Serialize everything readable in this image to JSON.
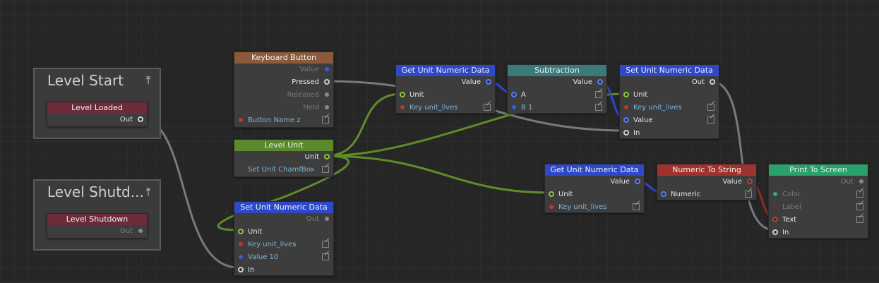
{
  "groups": [
    {
      "id": "level_start",
      "title": "Level Start",
      "icon": "collapse-up-icon"
    },
    {
      "id": "level_shutdown",
      "title": "Level Shutd...",
      "icon": "collapse-up-icon"
    }
  ],
  "nodes": {
    "level_loaded": {
      "title": "Level Loaded",
      "out": "Out"
    },
    "level_shutdown": {
      "title": "Level Shutdown",
      "out": "Out"
    },
    "keyboard_button": {
      "title": "Keyboard Button",
      "value": "Value",
      "pressed": "Pressed",
      "released": "Released",
      "held": "Held",
      "field": "Button Name z"
    },
    "level_unit": {
      "title": "Level Unit",
      "unit": "Unit",
      "field": "Set Unit ChamfBox"
    },
    "set_unit_1": {
      "title": "Set Unit Numeric Data",
      "out": "Out",
      "unit": "Unit",
      "key": "Key unit_lives",
      "value": "Value 10",
      "in": "In"
    },
    "get_unit_1": {
      "title": "Get Unit Numeric Data",
      "value": "Value",
      "unit": "Unit",
      "key": "Key unit_lives"
    },
    "subtraction": {
      "title": "Subtraction",
      "value": "Value",
      "a": "A",
      "b": "B 1"
    },
    "set_unit_2": {
      "title": "Set Unit Numeric Data",
      "out": "Out",
      "unit": "Unit",
      "key": "Key unit_lives",
      "value": "Value",
      "in": "In"
    },
    "get_unit_2": {
      "title": "Get Unit Numeric Data",
      "value": "Value",
      "unit": "Unit",
      "key": "Key unit_lives"
    },
    "numeric_to_string": {
      "title": "Numeric To String",
      "value": "Value",
      "numeric": "Numeric"
    },
    "print_to_screen": {
      "title": "Print To Screen",
      "out": "Out",
      "color": "Color",
      "label": "Label",
      "text": "Text",
      "in": "In"
    }
  },
  "colors": {
    "header_event": "#6b2b3a",
    "header_input": "#8a5a3a",
    "header_unit": "#5a8a2e",
    "header_data": "#2d48c8",
    "header_math": "#3a7a7a",
    "header_convert": "#a0322e",
    "header_output": "#2aa06a",
    "wire_exec": "#7a7a7a",
    "wire_unit": "#5e8c2a",
    "wire_numeric": "#2d48c8",
    "wire_string": "#8a2a24"
  }
}
